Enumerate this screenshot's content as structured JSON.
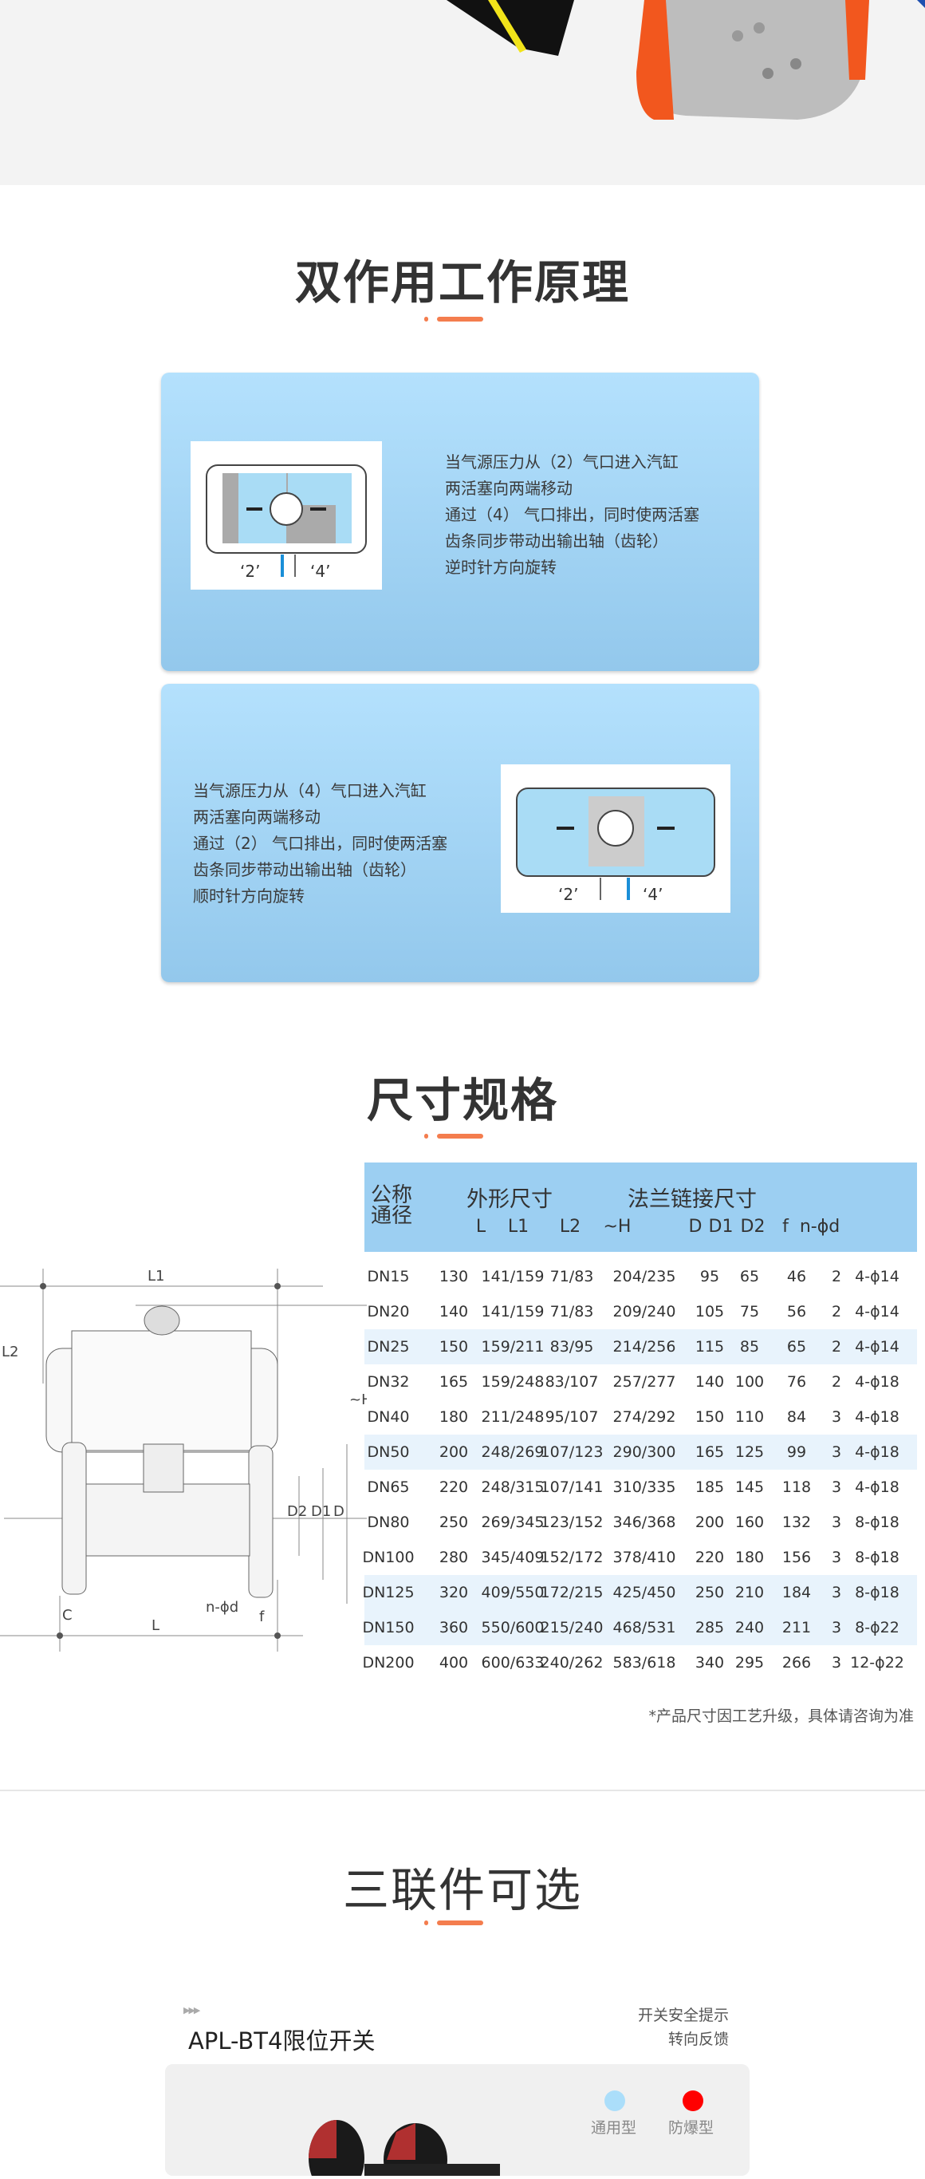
{
  "principle": {
    "title": "双作用工作原理",
    "cards": [
      {
        "text": [
          "当气源压力从（2）气口进入汽缸",
          "两活塞向两端移动",
          "通过（4） 气口排出，同时使两活塞",
          "齿条同步带动出输出轴（齿轮）",
          "逆时针方向旋转"
        ],
        "port_a": "‘2’",
        "port_b": "‘4’"
      },
      {
        "text": [
          "当气源压力从（4）气口进入汽缸",
          "两活塞向两端移动",
          "通过（2） 气口排出，同时使两活塞",
          "齿条同步带动出输出轴（齿轮）",
          "顺时针方向旋转"
        ],
        "port_a": "‘2’",
        "port_b": "‘4’"
      }
    ]
  },
  "specs": {
    "title": "尺寸规格",
    "drawing_labels": {
      "L1": "L1",
      "L2": "L2",
      "H": "~H",
      "D2": "D2",
      "D1": "D1",
      "D": "D",
      "nd": "n-ϕd",
      "C": "C",
      "f": "f",
      "L": "L"
    },
    "header": {
      "nominal": [
        "公称",
        "通径"
      ],
      "group1": "外形尺寸",
      "group2": "法兰链接尺寸",
      "columns": [
        "L",
        "L1",
        "L2",
        "~H",
        "D",
        "D1",
        "D2",
        "f",
        "n-ϕd"
      ]
    },
    "rows": [
      [
        "DN15",
        "130",
        "141/159",
        "71/83",
        "204/235",
        "95",
        "65",
        "46",
        "2",
        "4-ϕ14"
      ],
      [
        "DN20",
        "140",
        "141/159",
        "71/83",
        "209/240",
        "105",
        "75",
        "56",
        "2",
        "4-ϕ14"
      ],
      [
        "DN25",
        "150",
        "159/211",
        "83/95",
        "214/256",
        "115",
        "85",
        "65",
        "2",
        "4-ϕ14"
      ],
      [
        "DN32",
        "165",
        "159/248",
        "83/107",
        "257/277",
        "140",
        "100",
        "76",
        "2",
        "4-ϕ18"
      ],
      [
        "DN40",
        "180",
        "211/248",
        "95/107",
        "274/292",
        "150",
        "110",
        "84",
        "3",
        "4-ϕ18"
      ],
      [
        "DN50",
        "200",
        "248/269",
        "107/123",
        "290/300",
        "165",
        "125",
        "99",
        "3",
        "4-ϕ18"
      ],
      [
        "DN65",
        "220",
        "248/315",
        "107/141",
        "310/335",
        "185",
        "145",
        "118",
        "3",
        "4-ϕ18"
      ],
      [
        "DN80",
        "250",
        "269/345",
        "123/152",
        "346/368",
        "200",
        "160",
        "132",
        "3",
        "8-ϕ18"
      ],
      [
        "DN100",
        "280",
        "345/409",
        "152/172",
        "378/410",
        "220",
        "180",
        "156",
        "3",
        "8-ϕ18"
      ],
      [
        "DN125",
        "320",
        "409/550",
        "172/215",
        "425/450",
        "250",
        "210",
        "184",
        "3",
        "8-ϕ18"
      ],
      [
        "DN150",
        "360",
        "550/600",
        "215/240",
        "468/531",
        "285",
        "240",
        "211",
        "3",
        "8-ϕ22"
      ],
      [
        "DN200",
        "400",
        "600/633",
        "240/262",
        "583/618",
        "340",
        "295",
        "266",
        "3",
        "12-ϕ22"
      ]
    ],
    "highlight_rows": [
      2,
      5,
      9,
      10
    ],
    "note": "*产品尺寸因工艺升级，具体请咨询为准"
  },
  "accessories": {
    "title": "三联件可选",
    "product": "APL-BT4限位开关",
    "features": [
      "开关安全提示",
      "转向反馈"
    ],
    "types": [
      {
        "label": "通用型",
        "color": "#abdefa"
      },
      {
        "label": "防爆型",
        "color": "#ff0000"
      }
    ]
  },
  "colors": {
    "accent": "#f47d4e",
    "card": "#a8d8f8",
    "table_header": "#9ccff2",
    "row_highlight": "#e8f3fc"
  }
}
